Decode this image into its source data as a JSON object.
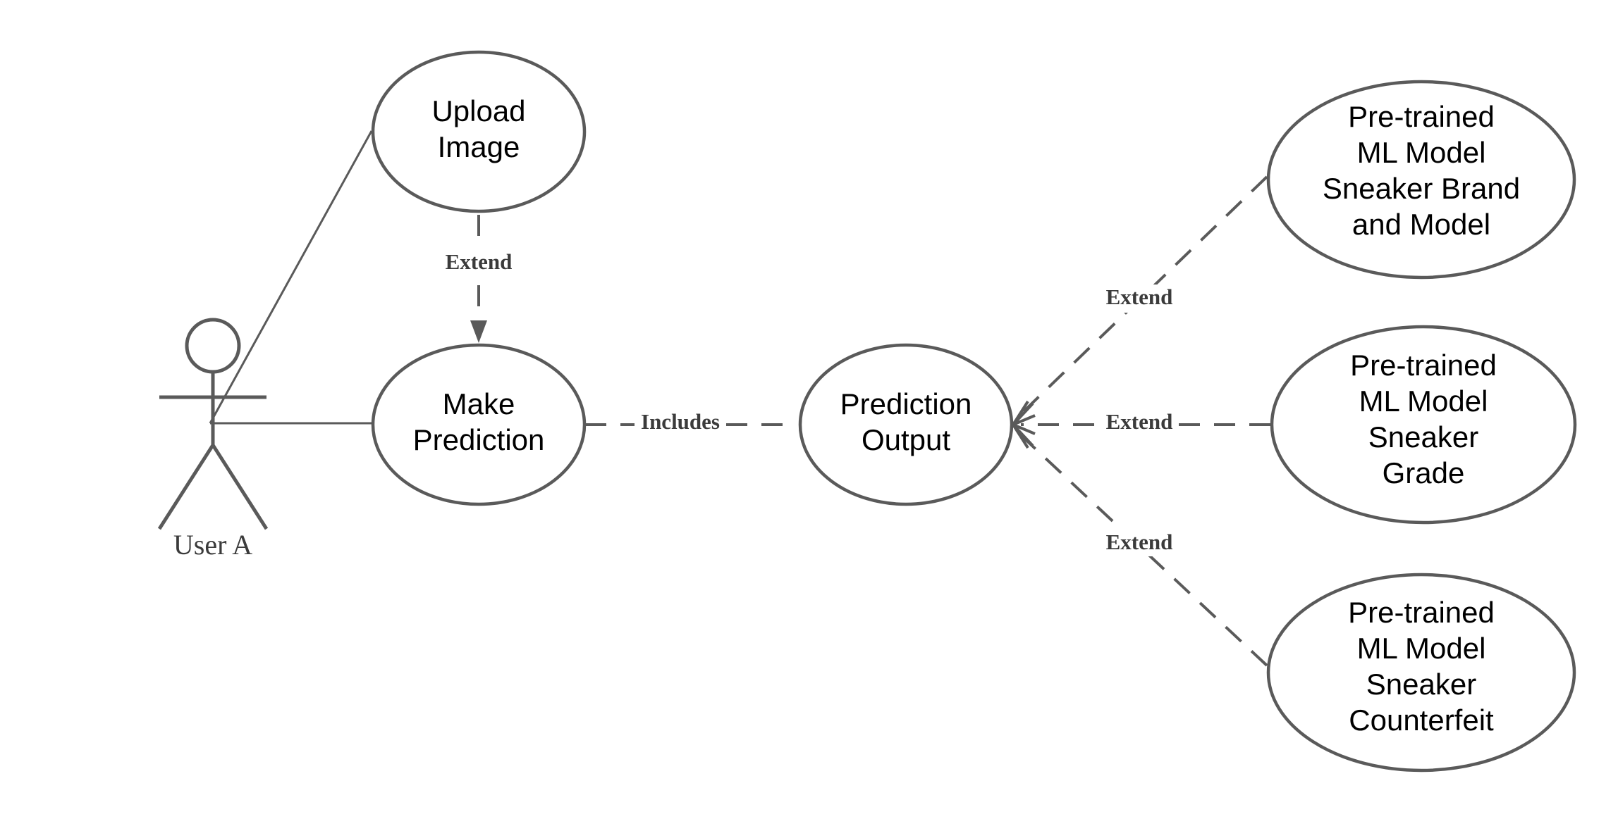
{
  "colors": {
    "stroke": "#5a5a5a",
    "label": "#3b3b3b",
    "text": "#000000",
    "background": "#ffffff"
  },
  "actor": {
    "label": "User A",
    "icon": "stick-figure-icon"
  },
  "use_cases": {
    "upload_image": [
      "Upload",
      "Image"
    ],
    "make_prediction": [
      "Make",
      "Prediction"
    ],
    "prediction_output": [
      "Prediction",
      "Output"
    ],
    "model_brand": [
      "Pre-trained",
      "ML Model",
      "Sneaker Brand",
      "and Model"
    ],
    "model_grade": [
      "Pre-trained",
      "ML Model",
      "Sneaker",
      "Grade"
    ],
    "model_counterfeit": [
      "Pre-trained",
      "ML Model",
      "Sneaker",
      "Counterfeit"
    ]
  },
  "relationships": {
    "upload_to_predict": "Extend",
    "predict_to_output": "Includes",
    "brand_to_output": "Extend",
    "grade_to_output": "Extend",
    "counterfeit_to_output": "Extend"
  }
}
